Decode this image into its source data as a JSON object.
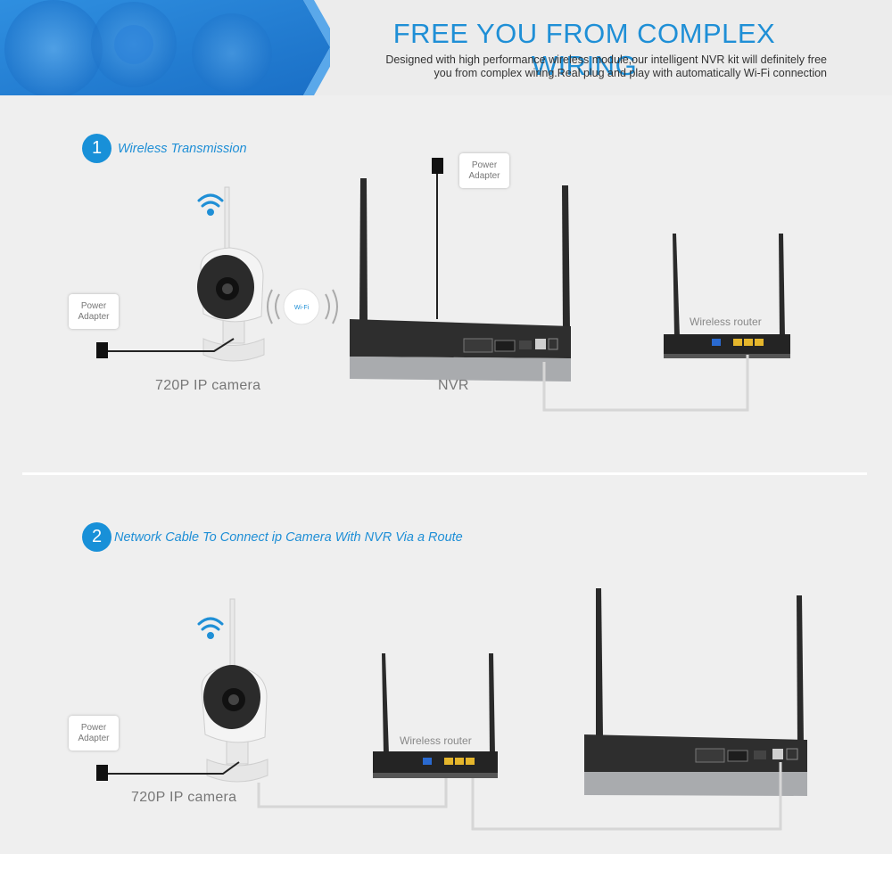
{
  "header": {
    "title": "FREE YOU FROM COMPLEX WIRING",
    "subtitle_line1": "Designed with high performance wireless module,our intelligent NVR kit will definitely free",
    "subtitle_line2": "you from complex wiring.Real plug and play with automatically Wi-Fi connection",
    "accent_color": "#1f8fd6"
  },
  "section1": {
    "number": "1",
    "title": "Wireless Transmission",
    "power_adapter_left": [
      "Power",
      "Adapter"
    ],
    "power_adapter_top": [
      "Power",
      "Adapter"
    ],
    "camera_label": "720P IP camera",
    "wifi_badge": "Wi-Fi",
    "nvr_label": "NVR",
    "router_label": "Wireless router",
    "icons": [
      "wifi-icon",
      "camera-icon",
      "nvr-icon",
      "router-icon",
      "power-plug-icon"
    ]
  },
  "section2": {
    "number": "2",
    "title": "Network Cable To Connect ip Camera With NVR Via a Route",
    "power_adapter": [
      "Power",
      "Adapter"
    ],
    "camera_label": "720P IP camera",
    "router_label": "Wireless router"
  }
}
